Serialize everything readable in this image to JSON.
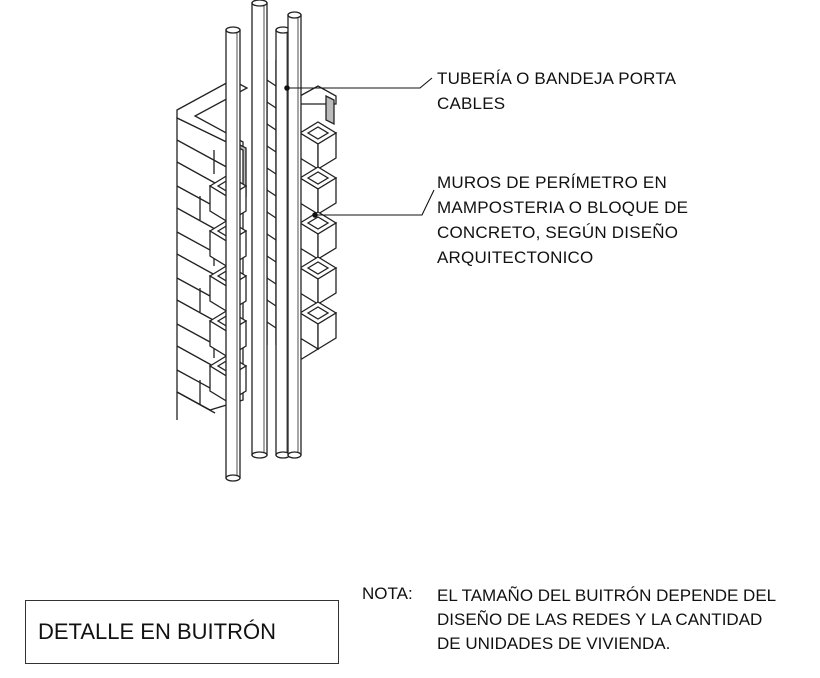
{
  "labels": {
    "pipe_line1": "TUBERÍA O BANDEJA PORTA",
    "pipe_line2": "CABLES",
    "wall_line1": "MUROS DE PERÍMETRO EN",
    "wall_line2": "MAMPOSTERIA O BLOQUE DE",
    "wall_line3": "CONCRETO, SEGÚN DISEÑO",
    "wall_line4": "ARQUITECTONICO"
  },
  "title": "DETALLE EN BUITRÓN",
  "note": {
    "label": "NOTA:",
    "line1": "EL TAMAÑO DEL BUITRÓN DEPENDE DEL",
    "line2": "DISEÑO DE LAS REDES Y LA CANTIDAD",
    "line3": "DE UNIDADES DE VIVIENDA."
  }
}
